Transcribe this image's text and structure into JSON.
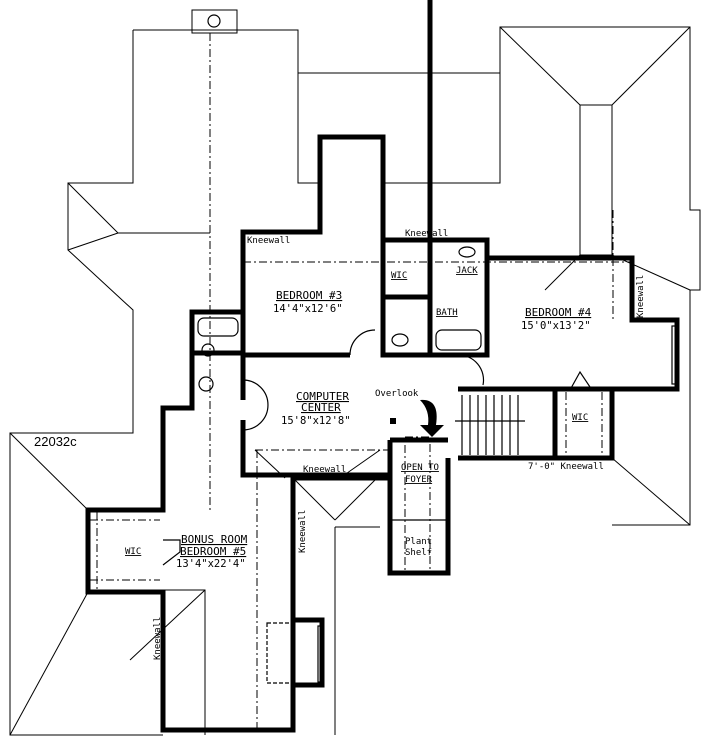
{
  "plan_code": "22032c",
  "rooms": {
    "bedroom3": {
      "name": "BEDROOM #3",
      "size": "14'4\"x12'6\""
    },
    "bedroom4": {
      "name": "BEDROOM #4",
      "size": "15'0\"x13'2\""
    },
    "computer": {
      "name_line1": "COMPUTER",
      "name_line2": "CENTER",
      "size": "15'8\"x12'8\""
    },
    "bonus": {
      "name_line1": "BONUS ROOM",
      "name_line2": "BEDROOM #5",
      "size": "13'4\"x22'4\""
    },
    "foyer": {
      "line1": "OPEN TO",
      "line2": "FOYER"
    },
    "plant_shelf": {
      "line1": "Plant",
      "line2": "Shelf"
    }
  },
  "labels": {
    "wic": "WIC",
    "jack": "JACK",
    "bath": "BATH",
    "kneewall": "Kneewall",
    "kneewall_7ft": "7'-0\" Kneewall",
    "overlook": "Overlook"
  }
}
